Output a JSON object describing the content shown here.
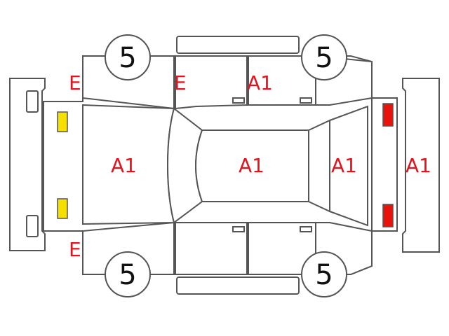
{
  "labels": {
    "front_left_fender": "E",
    "front_left_door_top": "E",
    "rear_left_door": "A1",
    "hood": "A1",
    "roof": "A1",
    "rear_window": "A1",
    "trunk": "A1",
    "front_right_fender": "E"
  },
  "tires": {
    "front_left": "5",
    "rear_left": "5",
    "front_right": "5",
    "rear_right": "5"
  },
  "colors": {
    "front_lamp": "#f5e000",
    "rear_lamp": "#e8140c",
    "marks": "#e8101a"
  }
}
